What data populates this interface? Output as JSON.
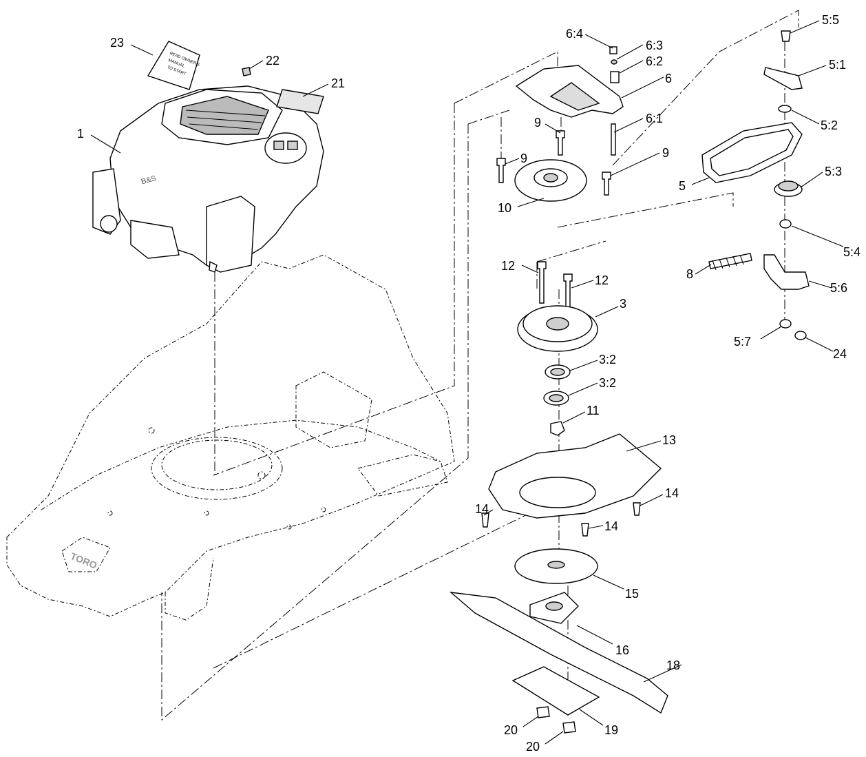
{
  "callouts": {
    "c1": "1",
    "c3": "3",
    "c3_2a": "3:2",
    "c3_2b": "3:2",
    "c5": "5",
    "c5_1": "5:1",
    "c5_2": "5:2",
    "c5_3": "5:3",
    "c5_4": "5:4",
    "c5_5": "5:5",
    "c5_6": "5:6",
    "c5_7": "5:7",
    "c6": "6",
    "c6_1": "6:1",
    "c6_2": "6:2",
    "c6_3": "6:3",
    "c6_4": "6:4",
    "c8": "8",
    "c9a": "9",
    "c9b": "9",
    "c9c": "9",
    "c10": "10",
    "c11": "11",
    "c12a": "12",
    "c12b": "12",
    "c13": "13",
    "c14a": "14",
    "c14b": "14",
    "c14c": "14",
    "c15": "15",
    "c16": "16",
    "c18": "18",
    "c19": "19",
    "c20a": "20",
    "c20b": "20",
    "c21": "21",
    "c22": "22",
    "c23": "23"
  },
  "decal_text": [
    "READ OWNER'S",
    "MANUAL",
    "TO START"
  ],
  "deck_logo": "TORO",
  "engine_logo": "B&S"
}
